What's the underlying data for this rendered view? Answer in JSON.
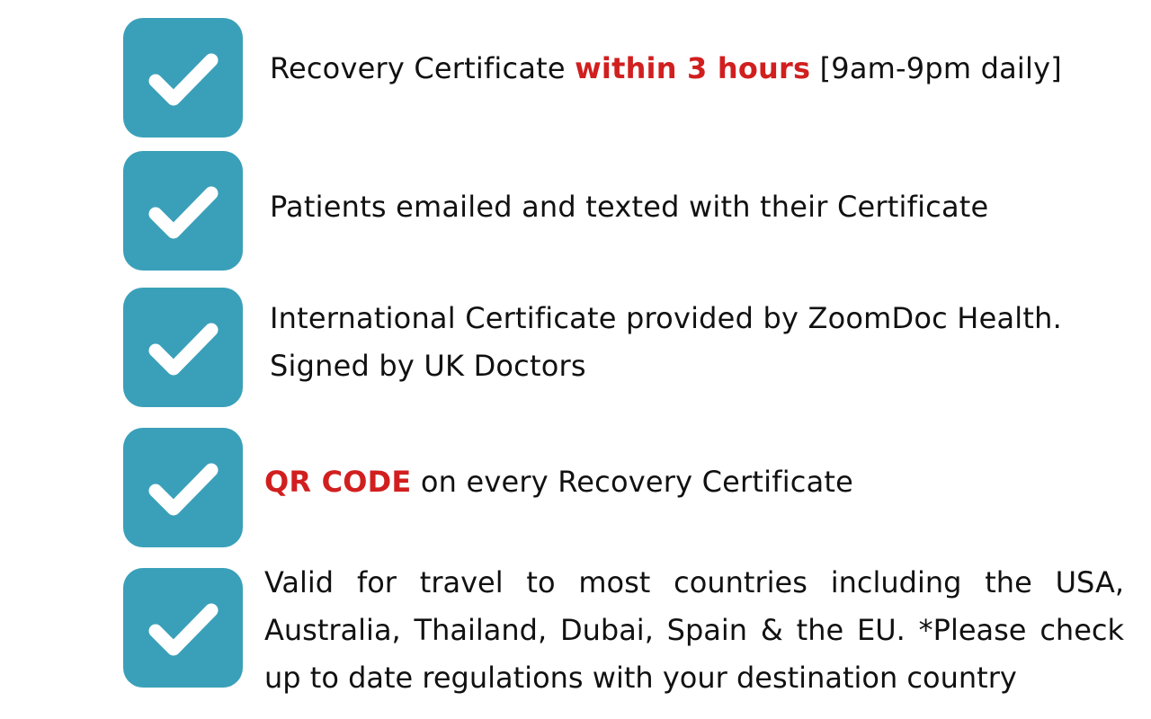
{
  "colors": {
    "check_box": "#3aa0b9",
    "accent": "#d11f1f",
    "text": "#111111",
    "background": "#ffffff"
  },
  "icon": "check-icon",
  "items": [
    {
      "before": "Recovery Certificate ",
      "highlight": "within 3 hours",
      "after": " [9am-9pm daily]"
    },
    {
      "text": "Patients emailed and texted with their Certificate"
    },
    {
      "line1": "International Certificate provided by ZoomDoc Health.",
      "line2": "Signed by UK Doctors"
    },
    {
      "highlight": "QR CODE",
      "after": " on every Recovery Certificate"
    },
    {
      "text": "Valid for travel to most countries including the USA, Australia, Thailand, Dubai, Spain & the EU. *Please check up to date regulations with your destination country"
    }
  ]
}
